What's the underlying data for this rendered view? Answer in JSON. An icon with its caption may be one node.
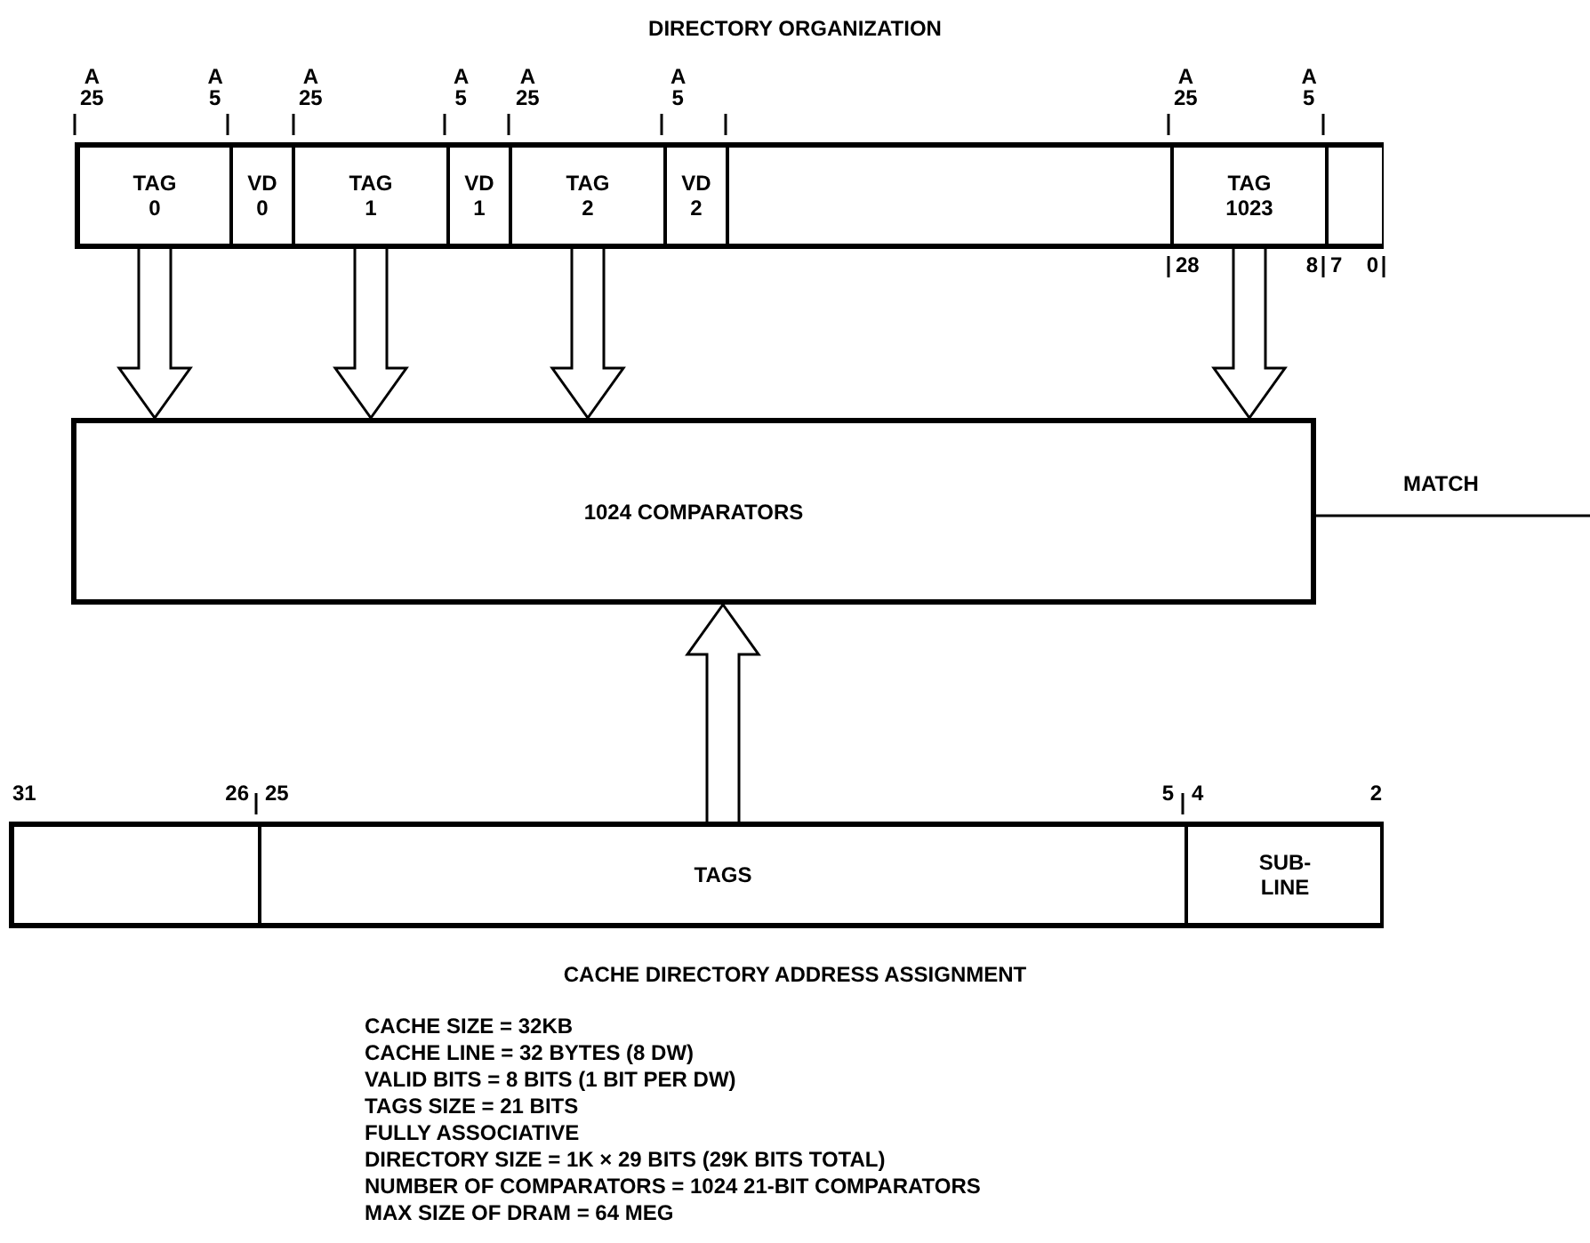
{
  "diagram": {
    "title": "DIRECTORY ORGANIZATION",
    "nodes": [
      {
        "text": [],
        "shape": "bar"
      },
      {
        "text": [
          "TAG 0"
        ],
        "in": 0
      },
      {
        "text": [
          "VD 0"
        ],
        "in": 0
      },
      {
        "text": [
          "TAG 1"
        ],
        "in": 0
      },
      {
        "text": [
          "VD 1"
        ],
        "in": 0
      },
      {
        "text": [
          "TAG 2"
        ],
        "in": 0
      },
      {
        "text": [
          "VD 2"
        ],
        "in": 0
      },
      {
        "text": [],
        "shape": "box",
        "in": 0
      },
      {
        "text": [
          "TAG 1023"
        ],
        "in": 0
      },
      {
        "text": [],
        "shape": "box",
        "in": 0
      },
      {
        "text": [
          "1024 COMPARATORS"
        ]
      },
      {
        "text": [],
        "shape": "bar"
      },
      {
        "text": [],
        "shape": "box",
        "in": 11
      },
      {
        "text": [
          "TAGS"
        ],
        "in": 11
      },
      {
        "text": [
          "SUB-LINE"
        ],
        "in": 11
      }
    ],
    "edges": [
      {
        "from": 1,
        "to": 10,
        "arrow": "to"
      },
      {
        "from": 3,
        "to": 10,
        "arrow": "to"
      },
      {
        "from": 5,
        "to": 10,
        "arrow": "to"
      },
      {
        "from": 8,
        "to": 10,
        "arrow": "to"
      },
      {
        "from": 13,
        "to": 10,
        "arrow": "to"
      },
      {
        "from": 10,
        "to": null,
        "arrow": "none",
        "label": "MATCH"
      }
    ],
    "labels": [
      "A 25",
      "A 5",
      "A 25",
      "A 5",
      "A 25",
      "A 5",
      "A 25",
      "A 5",
      "28",
      "8",
      "7",
      "0",
      "31",
      "26",
      "25",
      "5",
      "4",
      "2",
      "CACHE DIRECTORY ADDRESS ASSIGNMENT",
      "CACHE SIZE = 32KB",
      "CACHE LINE = 32 BYTES (8 DW)",
      "VALID BITS = 8 BITS (1 BIT PER DW)",
      "TAGS SIZE = 21 BITS",
      "FULLY ASSOCIATIVE",
      "DIRECTORY SIZE = 1K × 29 BITS (29K BITS TOTAL)",
      "NUMBER OF COMPARATORS = 1024 21-BIT COMPARATORS",
      "MAX SIZE OF DRAM = 64 MEG"
    ]
  }
}
